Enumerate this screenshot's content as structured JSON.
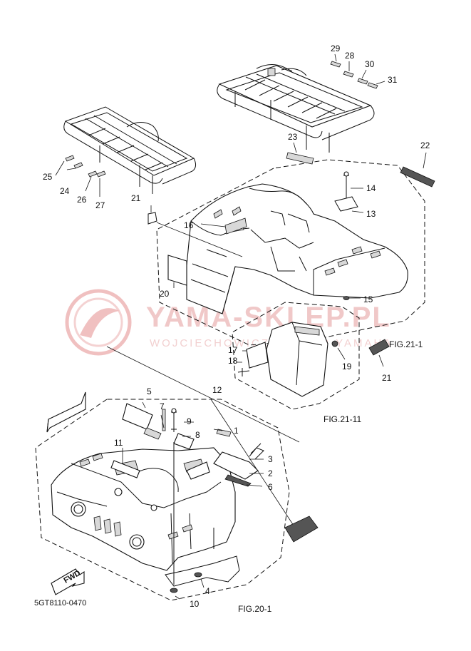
{
  "watermark": {
    "brand": "YAMA-SKLEP.PL",
    "subtitle": "WOJCIECHOWICZ DEALER YAMAHA"
  },
  "labels": {
    "p1": "1",
    "p2": "2",
    "p3": "3",
    "p4": "4",
    "p5": "5",
    "p6": "6",
    "p7": "7",
    "p8": "8",
    "p9": "9",
    "p10": "10",
    "p11": "11",
    "p12": "12",
    "p13": "13",
    "p14": "14",
    "p15": "15",
    "p16": "16",
    "p17": "17",
    "p18": "18",
    "p19": "19",
    "p20": "20",
    "p21a": "21",
    "p21b": "21",
    "p22": "22",
    "p23": "23",
    "p24": "24",
    "p25": "25",
    "p26": "26",
    "p27": "27",
    "p28": "28",
    "p29": "29",
    "p30": "30",
    "p31": "31"
  },
  "figures": {
    "fig_21_1": "FIG.21-1",
    "fig_21_11": "FIG.21-11",
    "fig_20_1": "FIG.20-1"
  },
  "fwd_badge": "FWD",
  "diagram_code": "5GT8110-0470"
}
